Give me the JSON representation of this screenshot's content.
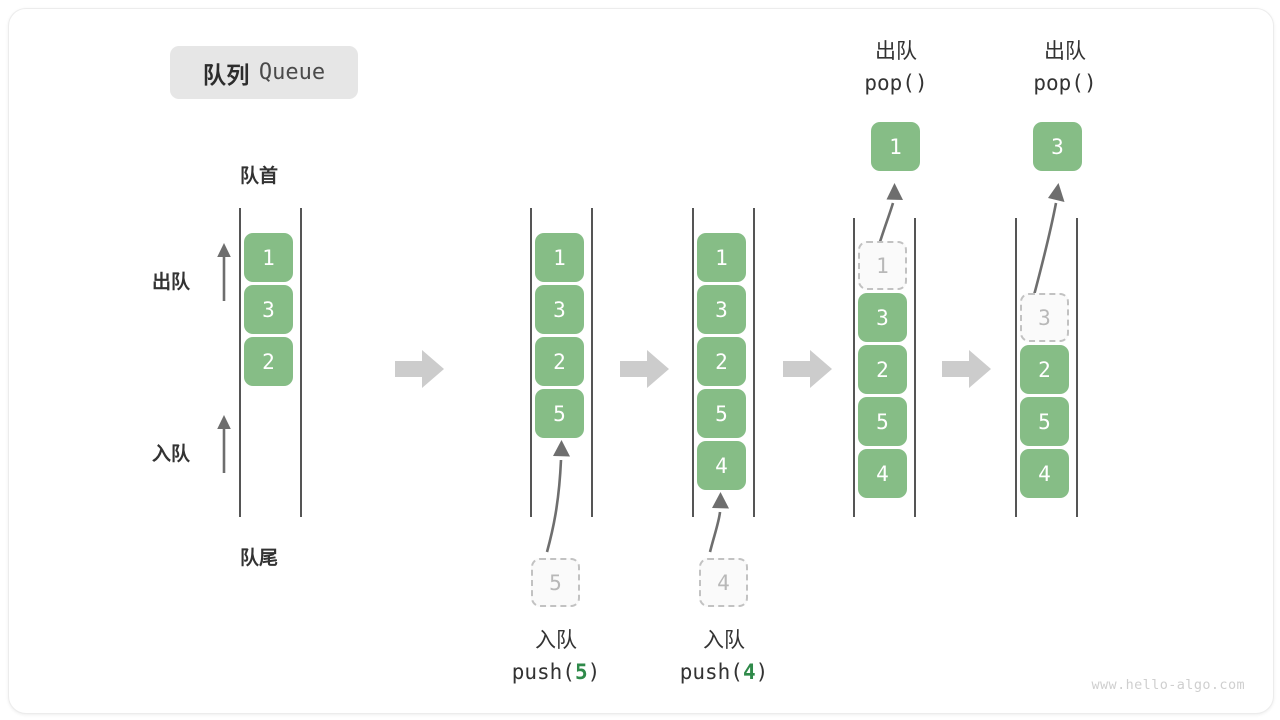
{
  "title": {
    "cn": "队列",
    "en": "Queue"
  },
  "labels": {
    "front": "队首",
    "rear": "队尾",
    "dequeue": "出队",
    "enqueue": "入队"
  },
  "watermark": "www.hello-algo.com",
  "colors": {
    "element_green": "#86bd86",
    "ghost_fill": "#fafafa",
    "ghost_border": "#c2c2c2",
    "rail": "#555555",
    "arrow_gray": "#6e6e6e",
    "separator_gray": "#cccccc",
    "badge_bg": "#e6e6e6",
    "text_dark": "#333333",
    "code_arg_green": "#2f8a4a",
    "watermark_gray": "#cfcfcf"
  },
  "steps": [
    {
      "name": "initial",
      "elements": [
        "1",
        "3",
        "2"
      ],
      "ghost_in_queue": null,
      "ghost_below": null,
      "popped": null,
      "op_cn": null,
      "op_code": null
    },
    {
      "name": "push-5",
      "elements": [
        "1",
        "3",
        "2",
        "5"
      ],
      "ghost_in_queue": null,
      "ghost_below": "5",
      "popped": null,
      "op_cn": "入队",
      "op_code_prefix": "push(",
      "op_code_arg": "5",
      "op_code_suffix": ")"
    },
    {
      "name": "push-4",
      "elements": [
        "1",
        "3",
        "2",
        "5",
        "4"
      ],
      "ghost_in_queue": null,
      "ghost_below": "4",
      "popped": null,
      "op_cn": "入队",
      "op_code_prefix": "push(",
      "op_code_arg": "4",
      "op_code_suffix": ")"
    },
    {
      "name": "pop-1",
      "elements": [
        "3",
        "2",
        "5",
        "4"
      ],
      "ghost_in_queue": "1",
      "ghost_below": null,
      "popped": "1",
      "op_cn": "出队",
      "op_code_prefix": "pop(",
      "op_code_arg": "",
      "op_code_suffix": ")"
    },
    {
      "name": "pop-3",
      "elements": [
        "2",
        "5",
        "4"
      ],
      "ghost_in_queue": "3",
      "ghost_below": null,
      "popped": "3",
      "op_cn": "出队",
      "op_code_prefix": "pop(",
      "op_code_arg": "",
      "op_code_suffix": ")"
    }
  ],
  "step_values": {
    "s1": {
      "b1": "1",
      "b2": "3",
      "b3": "2"
    },
    "s2": {
      "b1": "1",
      "b2": "3",
      "b3": "2",
      "b4": "5",
      "ghost": "5",
      "cn": "入队",
      "code_pre": "push(",
      "code_arg": "5",
      "code_post": ")"
    },
    "s3": {
      "b1": "1",
      "b2": "3",
      "b3": "2",
      "b4": "5",
      "b5": "4",
      "ghost": "4",
      "cn": "入队",
      "code_pre": "push(",
      "code_arg": "4",
      "code_post": ")"
    },
    "s4": {
      "ghost": "1",
      "b2": "3",
      "b3": "2",
      "b4": "5",
      "b5": "4",
      "popped": "1",
      "cn": "出队",
      "code_pre": "pop(",
      "code_arg": "",
      "code_post": ")"
    },
    "s5": {
      "ghost": "3",
      "b3": "2",
      "b4": "5",
      "b5": "4",
      "popped": "3",
      "cn": "出队",
      "code_pre": "pop(",
      "code_arg": "",
      "code_post": ")"
    }
  }
}
